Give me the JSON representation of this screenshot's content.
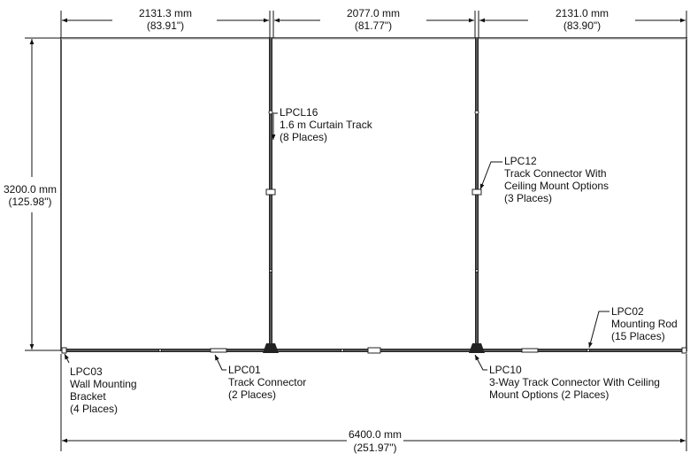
{
  "dimensions": {
    "top_left": {
      "mm": "2131.3 mm",
      "in": "(83.91\")"
    },
    "top_middle": {
      "mm": "2077.0 mm",
      "in": "(81.77\")"
    },
    "top_right": {
      "mm": "2131.0 mm",
      "in": "(83.90\")"
    },
    "height": {
      "mm": "3200.0 mm",
      "in": "(125.98\")"
    },
    "total_width": {
      "mm": "6400.0 mm",
      "in": "(251.97\")"
    }
  },
  "callouts": {
    "lpcl16": {
      "part": "LPCL16",
      "line1": "1.6 m Curtain Track",
      "line2": "(8 Places)"
    },
    "lpc12": {
      "part": "LPC12",
      "line1": "Track Connector With",
      "line2": "Ceiling Mount Options",
      "line3": "(3 Places)"
    },
    "lpc02": {
      "part": "LPC02",
      "line1": "Mounting Rod",
      "line2": "(15 Places)"
    },
    "lpc03": {
      "part": "LPC03",
      "line1": "Wall Mounting",
      "line2": "Bracket",
      "line3": "(4 Places)"
    },
    "lpc01": {
      "part": "LPC01",
      "line1": "Track Connector",
      "line2": "(2 Places)"
    },
    "lpc10": {
      "part": "LPC10",
      "line1": "3-Way Track Connector With Ceiling",
      "line2": "Mount Options (2 Places)"
    }
  }
}
